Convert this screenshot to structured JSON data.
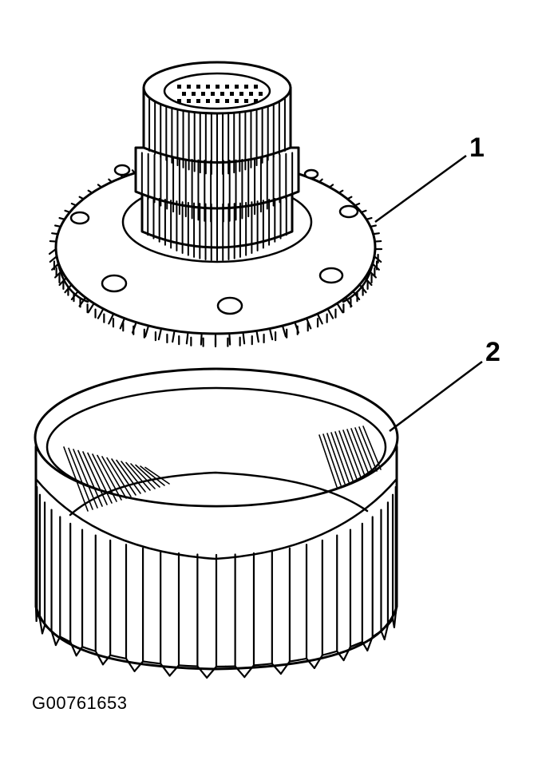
{
  "callouts": {
    "item1": "1",
    "item2": "2"
  },
  "figure_id": "G00761653"
}
